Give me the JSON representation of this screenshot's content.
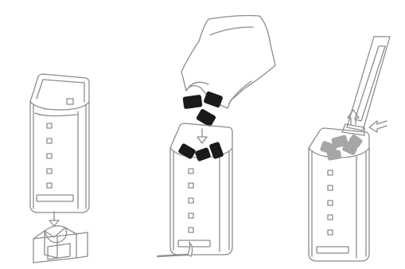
{
  "diagram": {
    "steps": [
      {
        "id": "step-1",
        "subject": "chimney-starter",
        "action": "place-on-grate"
      },
      {
        "id": "step-2",
        "subject": "charcoal-bag",
        "action": "pour-briquettes-and-light"
      },
      {
        "id": "step-3",
        "subject": "chimney-starter",
        "action": "lift-handle-to-dump-coals"
      }
    ],
    "colors": {
      "outline": "#8c8c8c",
      "charcoal": "#1a1a1a",
      "ash": "#a6a6a6",
      "background": "#ffffff"
    },
    "icons": [
      "arrow-down-icon",
      "arrow-left-icon",
      "match-icon",
      "grate-icon"
    ]
  }
}
